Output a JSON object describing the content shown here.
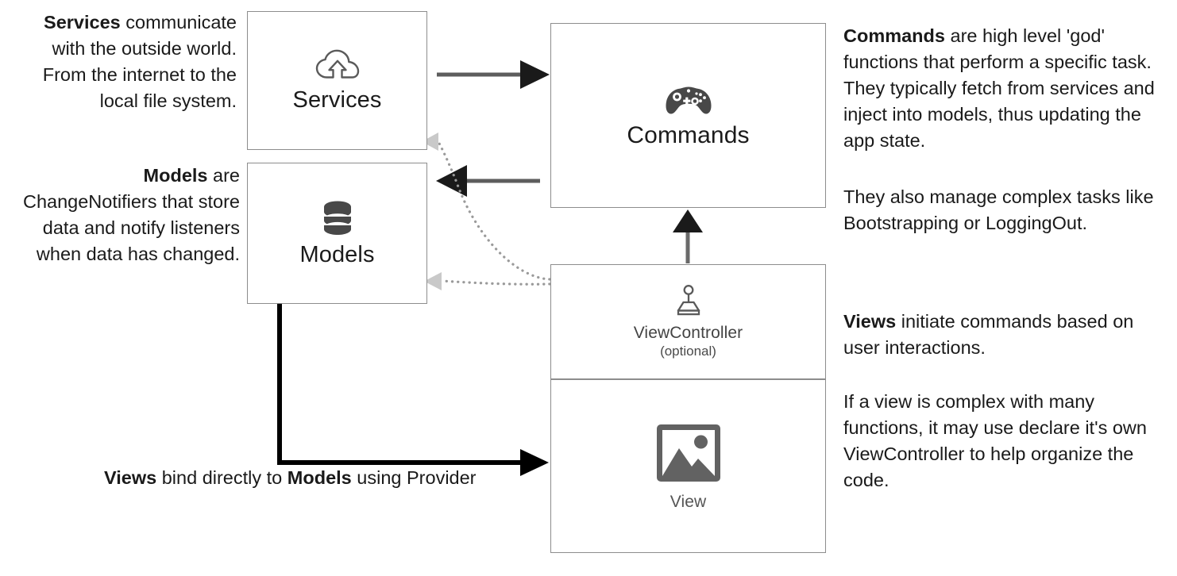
{
  "diagram": {
    "title": "Flutter app architecture: Services, Models, Commands, ViewController, View",
    "colors": {
      "box_border": "#8d8d8d",
      "icon_dark": "#484848",
      "icon_outline": "#5a5a5a",
      "arrow_solid": "#5d5d5d",
      "arrow_head_dark": "#1a1a1a",
      "arrow_dotted": "#9a9a9a",
      "arrow_dotted_head": "#c8c8c8",
      "arrow_black": "#000000",
      "text": "#1a1a1a",
      "background": "#ffffff"
    }
  },
  "nodes": {
    "services": {
      "label": "Services",
      "icon": "cloud-upload-icon"
    },
    "models": {
      "label": "Models",
      "icon": "database-stack-icon"
    },
    "commands": {
      "label": "Commands",
      "icon": "gamepad-icon"
    },
    "viewcontroller": {
      "label": "ViewController",
      "sublabel": "(optional)",
      "icon": "joystick-icon"
    },
    "view": {
      "label": "View",
      "icon": "image-placeholder-icon"
    }
  },
  "notes": {
    "services": {
      "bold": "Services",
      "rest": " communicate with the outside world. From the internet to the local file system."
    },
    "models": {
      "bold": "Models",
      "rest": " are ChangeNotifiers that store data and notify listeners when data has changed."
    },
    "commands": {
      "bold": "Commands",
      "rest": " are high level 'god' functions that perform a specific task. They typically fetch from services and inject into models, thus updating the app state."
    },
    "commands_extra": {
      "text": "They also manage complex tasks like Bootstrapping or LoggingOut."
    },
    "views": {
      "bold": "Views",
      "rest": " initiate commands based on user interactions."
    },
    "views_extra": {
      "text": "If a view is complex with many functions, it may use declare it's own ViewController to help organize the code."
    },
    "bottom": {
      "bold1": "Views",
      "mid1": " bind directly to ",
      "bold2": "Models",
      "mid2": " using Provider"
    }
  },
  "connectors": [
    {
      "name": "services-to-commands",
      "style": "solid",
      "from": "services",
      "to": "commands"
    },
    {
      "name": "commands-to-models",
      "style": "solid",
      "from": "commands",
      "to": "models"
    },
    {
      "name": "viewcontroller-to-services",
      "style": "dotted",
      "from": "viewcontroller",
      "to": "services"
    },
    {
      "name": "viewcontroller-to-models",
      "style": "dotted",
      "from": "viewcontroller",
      "to": "models"
    },
    {
      "name": "viewcontroller-to-commands",
      "style": "solid",
      "from": "viewcontroller",
      "to": "commands"
    },
    {
      "name": "models-to-view",
      "style": "solid-black",
      "from": "models",
      "to": "view"
    }
  ]
}
